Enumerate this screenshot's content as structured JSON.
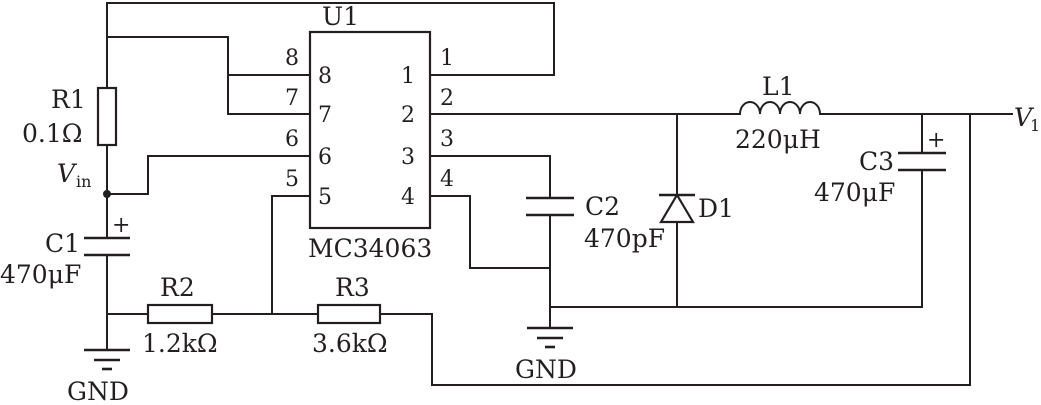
{
  "chip": {
    "ref": "U1",
    "part": "MC34063"
  },
  "pins": [
    {
      "num": "1",
      "outer": "1"
    },
    {
      "num": "2",
      "outer": "2"
    },
    {
      "num": "3",
      "outer": "3"
    },
    {
      "num": "4",
      "outer": "4"
    },
    {
      "num": "5",
      "outer": "5"
    },
    {
      "num": "6",
      "outer": "6"
    },
    {
      "num": "7",
      "outer": "7"
    },
    {
      "num": "8",
      "outer": "8"
    }
  ],
  "components": {
    "r1": {
      "ref": "R1",
      "value": "0.1Ω"
    },
    "r2": {
      "ref": "R2",
      "value": "1.2kΩ"
    },
    "r3": {
      "ref": "R3",
      "value": "3.6kΩ"
    },
    "c1": {
      "ref": "C1",
      "value": "470μF",
      "polarity": "+"
    },
    "c2": {
      "ref": "C2",
      "value": "470pF"
    },
    "c3": {
      "ref": "C3",
      "value": "470μF",
      "polarity": "+"
    },
    "l1": {
      "ref": "L1",
      "value": "220μH"
    },
    "d1": {
      "ref": "D1"
    }
  },
  "nets": {
    "vin": {
      "main": "V",
      "sub": "in"
    },
    "vout": {
      "main": "V",
      "sub": "1"
    },
    "gnd_left": "GND",
    "gnd_mid": "GND"
  },
  "colors": {
    "ink": "#231f20",
    "background": "#ffffff"
  }
}
